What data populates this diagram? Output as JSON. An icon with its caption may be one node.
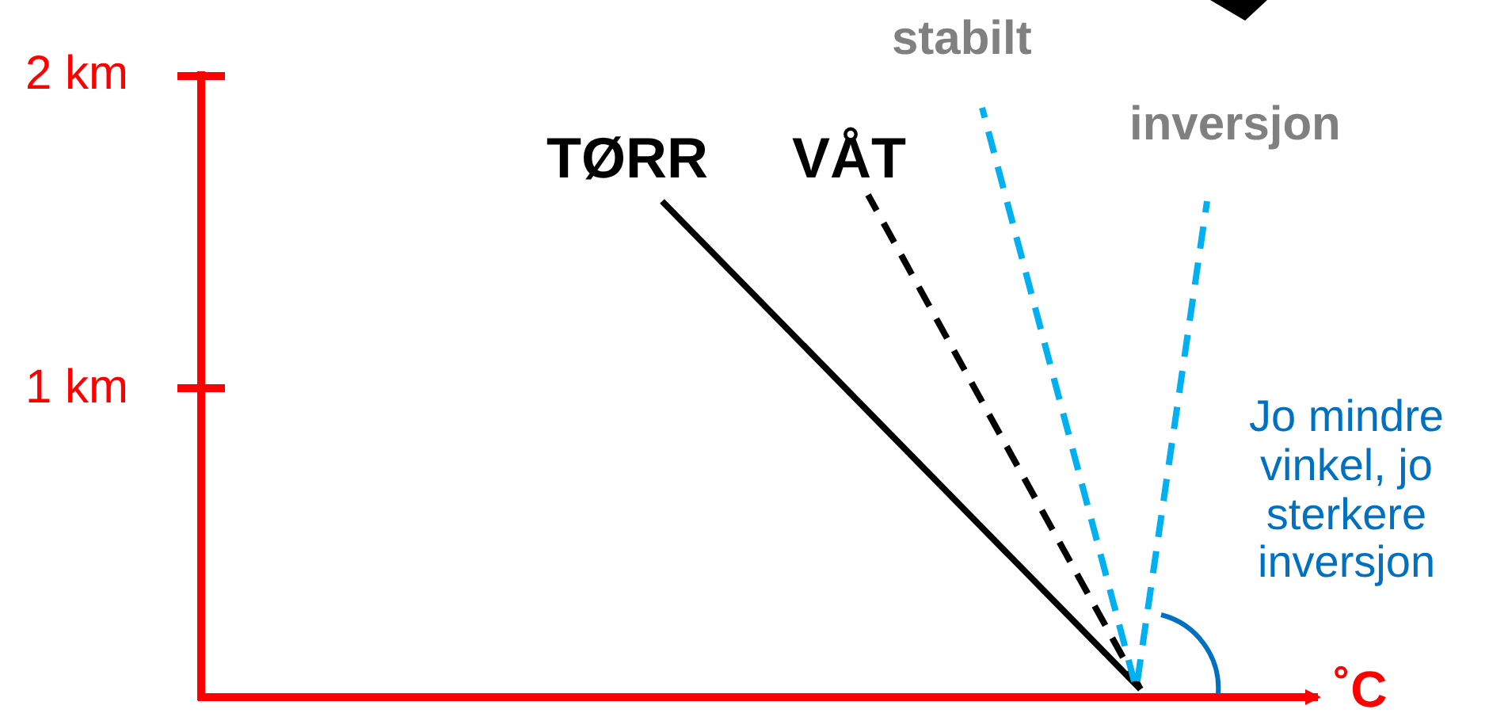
{
  "diagram": {
    "labels": [
      "stabilt",
      "2 km",
      "inversjon",
      "TØRR",
      "VÅT",
      "1 km",
      "Jo mindre vinkel, jo sterkere inversjon",
      "˚C"
    ]
  }
}
